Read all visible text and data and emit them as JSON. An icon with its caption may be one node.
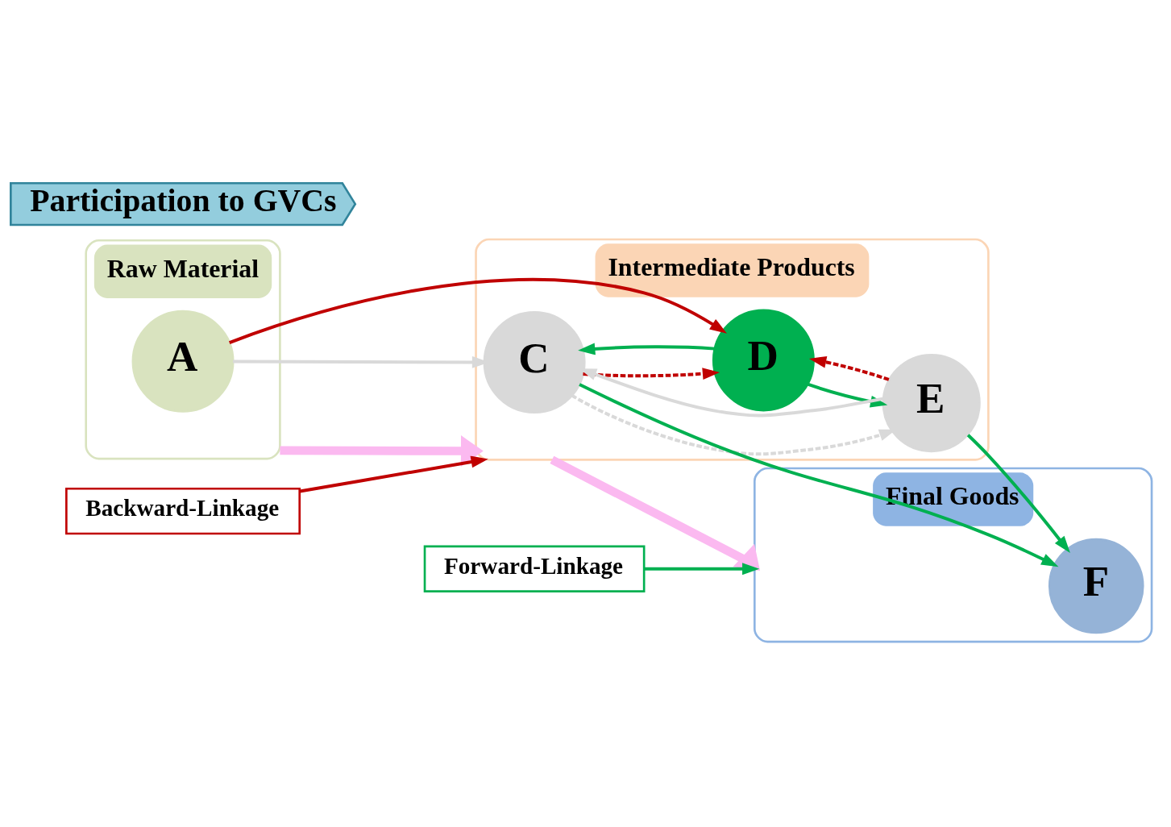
{
  "diagram": {
    "nodes": [
      {
        "text": [
          "Raw Material"
        ]
      },
      {
        "text": [
          "A"
        ],
        "in": 0
      },
      {
        "text": [
          "Intermediate Products"
        ]
      },
      {
        "text": [
          "C"
        ],
        "in": 2
      },
      {
        "text": [
          "D"
        ],
        "in": 2
      },
      {
        "text": [
          "E"
        ],
        "in": 2
      },
      {
        "text": [
          "Final Goods"
        ]
      },
      {
        "text": [
          "F"
        ],
        "in": 6
      },
      {
        "text": [
          "Participation to GVCs"
        ]
      },
      {
        "text": [
          "Backward-Linkage"
        ]
      },
      {
        "text": [
          "Forward-Linkage"
        ]
      }
    ],
    "edges": [
      {
        "from": 0,
        "to": 2,
        "arrow": "to",
        "style": "thick",
        "color": "#fbb9f0"
      },
      {
        "from": 2,
        "to": 6,
        "arrow": "to",
        "style": "thick",
        "color": "#fbb9f0"
      },
      {
        "from": 1,
        "to": 3,
        "arrow": "to",
        "color": "#d9d9d9"
      },
      {
        "from": 1,
        "to": 4,
        "arrow": "to",
        "color": "#c00000"
      },
      {
        "from": 4,
        "to": 3,
        "arrow": "to",
        "color": "#00b050"
      },
      {
        "from": 3,
        "to": 4,
        "arrow": "to",
        "style": "dashed",
        "color": "#c00000"
      },
      {
        "from": 3,
        "to": 5,
        "arrow": "to",
        "style": "dashed",
        "color": "#d9d9d9"
      },
      {
        "from": 5,
        "to": 3,
        "arrow": "to",
        "color": "#d9d9d9"
      },
      {
        "from": 4,
        "to": 5,
        "arrow": "to",
        "color": "#00b050"
      },
      {
        "from": 5,
        "to": 4,
        "arrow": "to",
        "style": "dashed",
        "color": "#c00000"
      },
      {
        "from": 3,
        "to": 7,
        "arrow": "to",
        "color": "#00b050"
      },
      {
        "from": 5,
        "to": 7,
        "arrow": "to",
        "color": "#00b050"
      },
      {
        "from": 9,
        "to": 2,
        "arrow": "to",
        "color": "#c00000"
      },
      {
        "from": 10,
        "to": 6,
        "arrow": "to",
        "color": "#00b050"
      }
    ]
  }
}
